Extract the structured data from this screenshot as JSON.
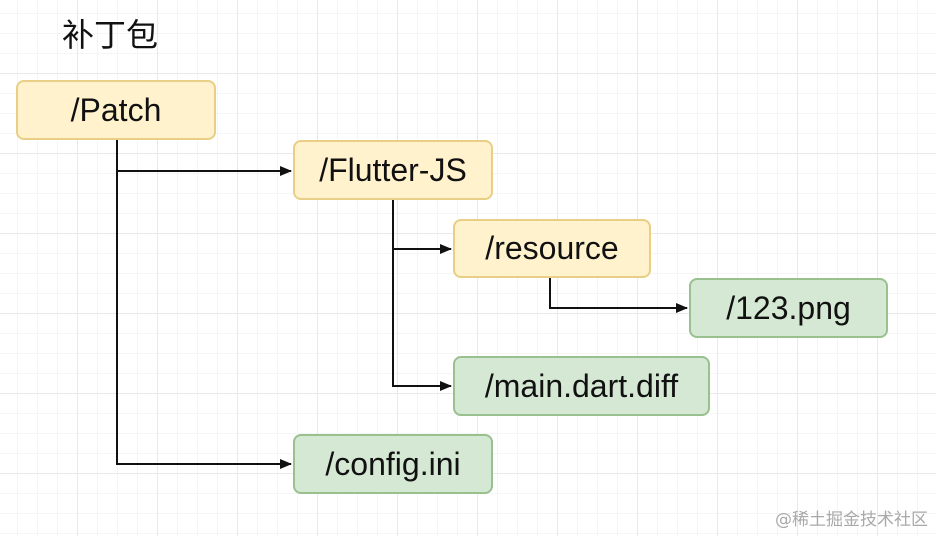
{
  "title": "补丁包",
  "nodes": {
    "patch": "/Patch",
    "flutter_js": "/Flutter-JS",
    "resource": "/resource",
    "png": "/123.png",
    "main_diff": "/main.dart.diff",
    "config": "/config.ini"
  },
  "colors": {
    "folder_fill": "#fff2cc",
    "folder_border": "#e8cf85",
    "file_fill": "#d5e8d4",
    "file_border": "#99c08f",
    "connector": "#111111"
  },
  "watermark": "@稀土掘金技术社区"
}
